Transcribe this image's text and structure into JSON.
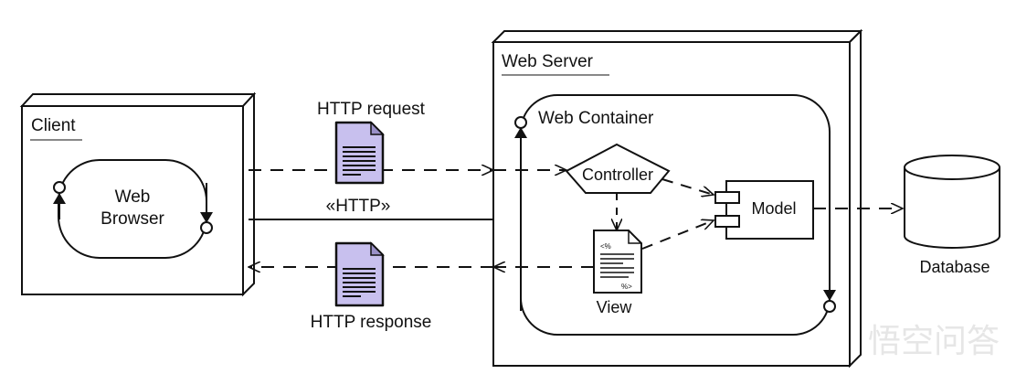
{
  "nodes": {
    "client": "Client",
    "web_browser": [
      "Web",
      "Browser"
    ],
    "web_server": "Web Server",
    "web_container": "Web Container",
    "controller": "Controller",
    "model": "Model",
    "view": "View",
    "database": "Database"
  },
  "connections": {
    "request": "HTTP request",
    "protocol": "«HTTP»",
    "response": "HTTP response"
  },
  "view_doc": {
    "open_tag": "<%",
    "close_tag": "%>"
  },
  "watermark": "悟空问答",
  "colors": {
    "document_fill": "#c8c0ee",
    "document_fold": "#9a90c8",
    "line": "#111111"
  }
}
